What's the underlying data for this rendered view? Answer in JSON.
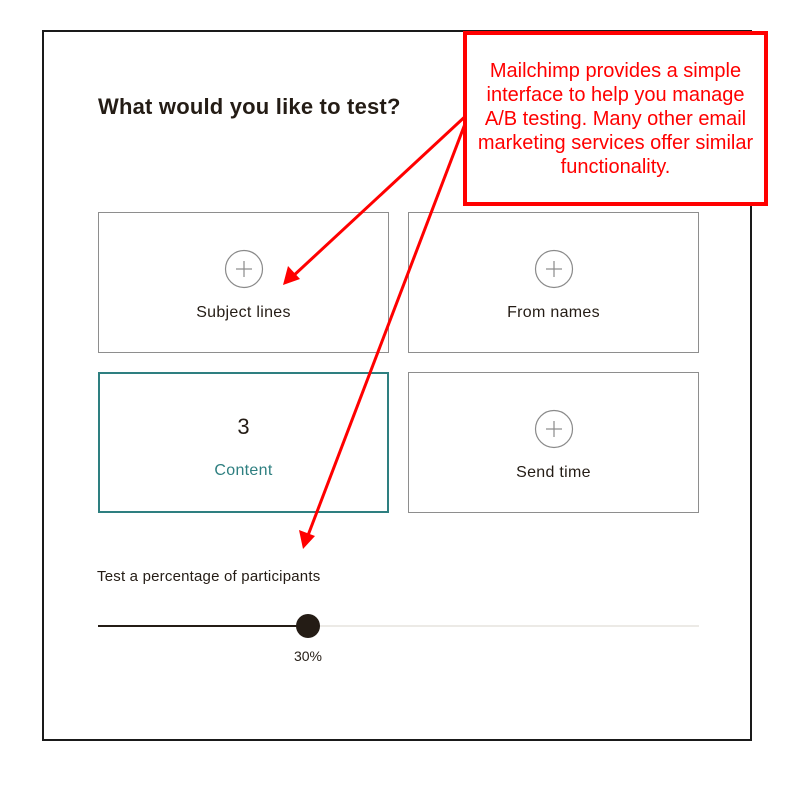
{
  "page": {
    "title": "What would you like to test?"
  },
  "options": [
    {
      "label": "Subject lines",
      "icon": "plus-circle-icon",
      "selected": false
    },
    {
      "label": "From names",
      "icon": "plus-circle-icon",
      "selected": false
    },
    {
      "label": "Content",
      "count": "3",
      "selected": true
    },
    {
      "label": "Send time",
      "icon": "plus-circle-icon",
      "selected": false
    }
  ],
  "slider": {
    "label": "Test a percentage of participants",
    "value_text": "30%",
    "value_fraction": 0.35
  },
  "annotation": {
    "text": "Mailchimp provides a simple interface to help you manage A/B testing. Many other email marketing services offer similar functionality."
  },
  "colors": {
    "accent": "#2e7f80",
    "text": "#241c15",
    "annotation": "#ff0000"
  }
}
